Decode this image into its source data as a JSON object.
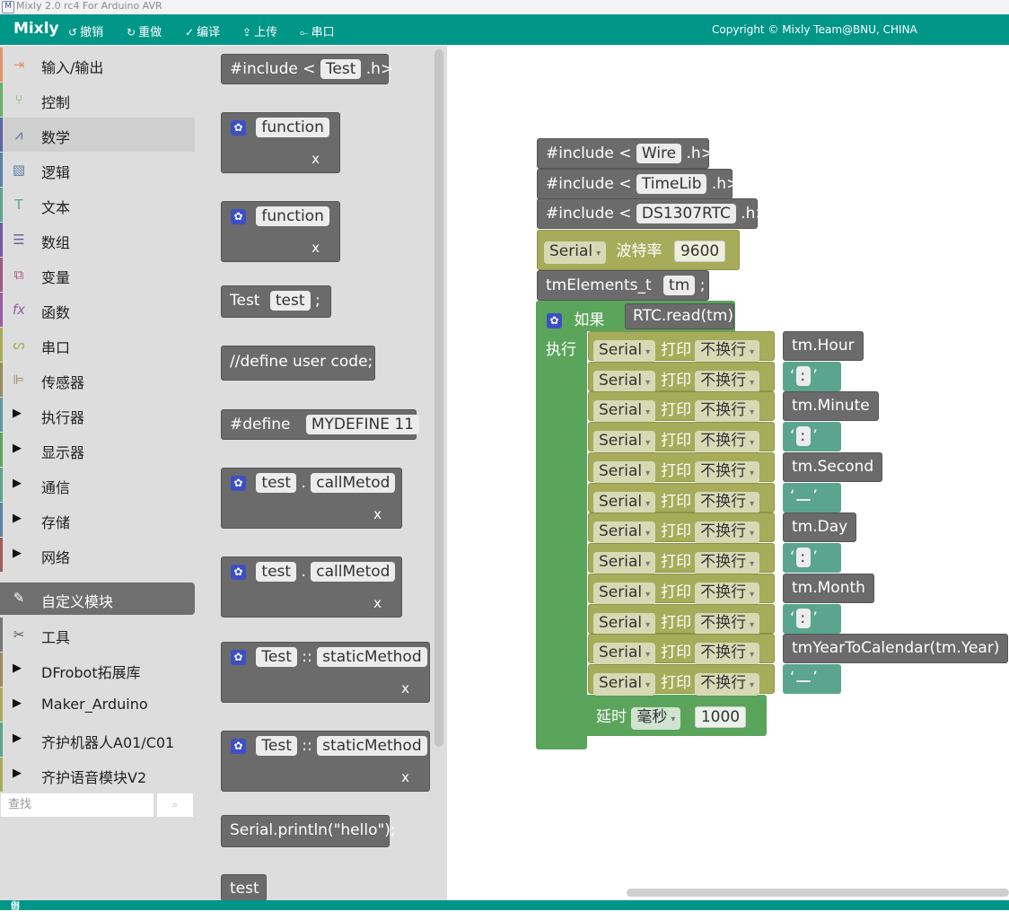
{
  "window": {
    "title": "Mixly 2.0 rc4 For Arduino AVR"
  },
  "menubar": {
    "brand": "Mixly",
    "undo": "撤销",
    "redo": "重做",
    "compile": "编译",
    "upload": "上传",
    "serial": "串口",
    "copyright": "Copyright © Mixly Team@BNU, CHINA"
  },
  "sidebar": {
    "categories": [
      {
        "label": "输入/输出",
        "color": "#e29464"
      },
      {
        "label": "控制",
        "color": "#6ab06a"
      },
      {
        "label": "数学",
        "color": "#5b67a5"
      },
      {
        "label": "逻辑",
        "color": "#5b80a5"
      },
      {
        "label": "文本",
        "color": "#5ba58c"
      },
      {
        "label": "数组",
        "color": "#745ba5"
      },
      {
        "label": "变量",
        "color": "#a55b80"
      },
      {
        "label": "函数",
        "color": "#995ba5"
      },
      {
        "label": "串口",
        "color": "#a6ac5a"
      },
      {
        "label": "传感器",
        "color": "#9b8a5a"
      },
      {
        "label": "执行器",
        "color": "#5b9aa5"
      },
      {
        "label": "显示器",
        "color": "#5ba55b"
      },
      {
        "label": "通信",
        "color": "#5ba58c"
      },
      {
        "label": "存储",
        "color": "#5b80a5"
      },
      {
        "label": "网络",
        "color": "#a55b5b"
      }
    ],
    "custom": "自定义模块",
    "extras": [
      {
        "label": "工具",
        "color": "#777777"
      },
      {
        "label": "DFrobot拓展库",
        "color": "#9b8a5a"
      },
      {
        "label": "Maker_Arduino",
        "color": "#a6ac5a"
      },
      {
        "label": "齐护机器人A01/C01",
        "color": "#5ba58c"
      },
      {
        "label": "齐护语音模块V2",
        "color": "#a6ac5a"
      }
    ],
    "search_placeholder": "查找"
  },
  "flyout": {
    "include": {
      "prefix": "#include <",
      "name": "Test",
      "suffix": ".h>"
    },
    "function1": {
      "name": "function",
      "param": "x"
    },
    "function2": {
      "name": "function",
      "param": "x"
    },
    "declare": {
      "type": "Test",
      "var": "test",
      "semi": ";"
    },
    "user_code": "//define user code;",
    "define": {
      "kw": "#define",
      "value": "MYDEFINE 11"
    },
    "call1": {
      "obj": "test",
      "dot": ".",
      "method": "callMetod",
      "param": "x"
    },
    "call2": {
      "obj": "test",
      "dot": ".",
      "method": "callMetod",
      "param": "x"
    },
    "static1": {
      "cls": "Test",
      "sep": "::",
      "method": "staticMethod",
      "param": "x"
    },
    "static2": {
      "cls": "Test",
      "sep": "::",
      "method": "staticMethod",
      "param": "x"
    },
    "println": "Serial.println(\"hello\");",
    "test": "test"
  },
  "workspace": {
    "includes": [
      {
        "prefix": "#include <",
        "name": "Wire",
        "suffix": ".h>"
      },
      {
        "prefix": "#include <",
        "name": "TimeLib",
        "suffix": ".h>"
      },
      {
        "prefix": "#include <",
        "name": "DS1307RTC",
        "suffix": ".h>"
      }
    ],
    "serial_begin": {
      "port": "Serial",
      "label": "波特率",
      "baud": "9600"
    },
    "declare": {
      "type": "tmElements_t",
      "var": "tm",
      "semi": ";"
    },
    "if_block": {
      "if_label": "如果",
      "condition": "RTC.read(tm)",
      "do_label": "执行"
    },
    "prints": [
      {
        "port": "Serial",
        "print": "打印",
        "mode": "不换行",
        "value": "tm.Hour",
        "kind": "var"
      },
      {
        "port": "Serial",
        "print": "打印",
        "mode": "不换行",
        "value": ":",
        "kind": "str"
      },
      {
        "port": "Serial",
        "print": "打印",
        "mode": "不换行",
        "value": "tm.Minute",
        "kind": "var"
      },
      {
        "port": "Serial",
        "print": "打印",
        "mode": "不换行",
        "value": ":",
        "kind": "str"
      },
      {
        "port": "Serial",
        "print": "打印",
        "mode": "不换行",
        "value": "tm.Second",
        "kind": "var"
      },
      {
        "port": "Serial",
        "print": "打印",
        "mode": "不换行",
        "value": "",
        "kind": "str"
      },
      {
        "port": "Serial",
        "print": "打印",
        "mode": "不换行",
        "value": "tm.Day",
        "kind": "var"
      },
      {
        "port": "Serial",
        "print": "打印",
        "mode": "不换行",
        "value": ":",
        "kind": "str"
      },
      {
        "port": "Serial",
        "print": "打印",
        "mode": "不换行",
        "value": "tm.Month",
        "kind": "var"
      },
      {
        "port": "Serial",
        "print": "打印",
        "mode": "不换行",
        "value": ":",
        "kind": "str"
      },
      {
        "port": "Serial",
        "print": "打印",
        "mode": "不换行",
        "value": "tmYearToCalendar(tm.Year)",
        "kind": "var"
      },
      {
        "port": "Serial",
        "print": "打印",
        "mode": "不换行",
        "value": "",
        "kind": "str"
      }
    ],
    "delay": {
      "label": "延时",
      "unit": "毫秒",
      "value": "1000"
    }
  },
  "statusbar": {
    "label": "例程"
  }
}
